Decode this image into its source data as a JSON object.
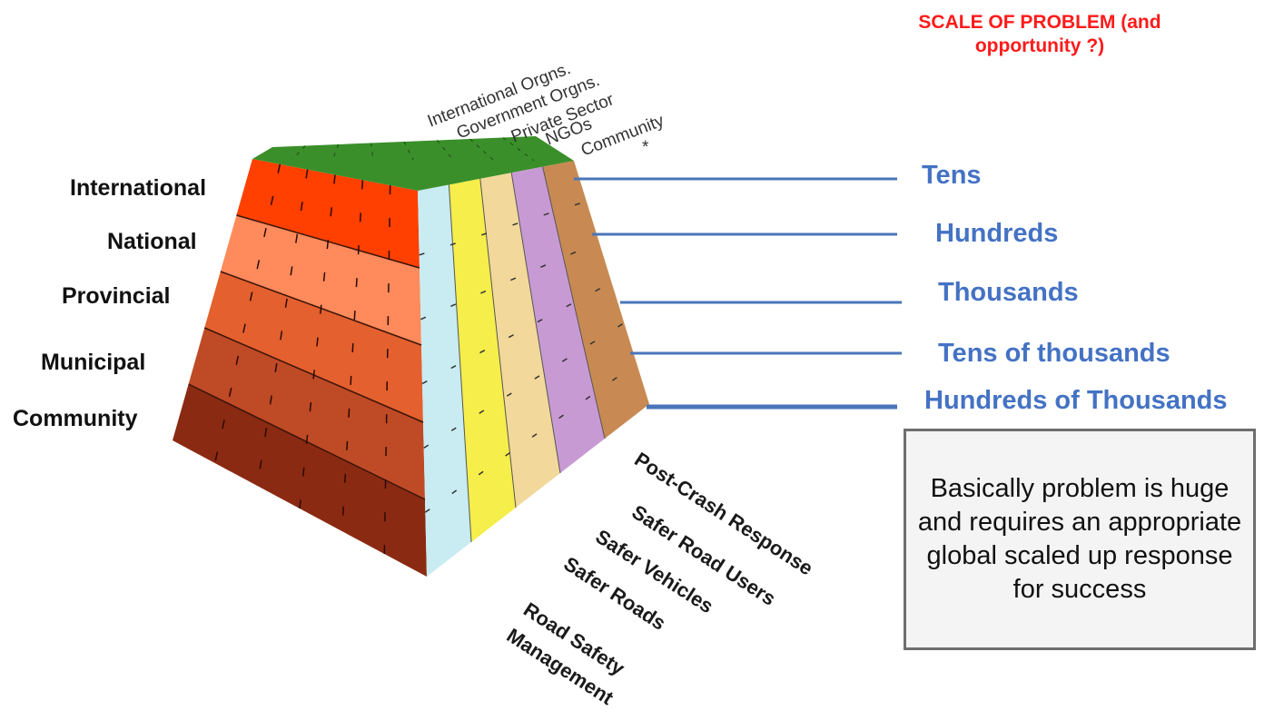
{
  "title": {
    "line1": "SCALE OF PROBLEM  (and",
    "line2": "opportunity ?)"
  },
  "levels": [
    "International",
    "National",
    "Provincial",
    "Municipal",
    "Community"
  ],
  "scale_labels": [
    "Tens",
    "Hundreds",
    "Thousands",
    "Tens of thousands",
    "Hundreds of Thousands"
  ],
  "pillars": [
    "Post-Crash Response",
    "Safer Road Users",
    "Safer Vehicles",
    "Safer Roads",
    "Road Safety Management"
  ],
  "top_categories": [
    "International Orgns.",
    "Government Orgns.",
    "Private Sector",
    "NGOs",
    "Community",
    "*"
  ],
  "note": "Basically problem is huge and requires an appropriate global scaled up response  for success",
  "colors": {
    "scale_text": "#4472c4",
    "scale_lines": "#4a76b8",
    "title": "#ff1a1a",
    "front_rows": [
      "#ff4000",
      "#ff8a5c",
      "#e4602e",
      "#bf4a26",
      "#8b2a12"
    ],
    "side_columns": [
      "#c8ecf2",
      "#f6ee4a",
      "#f2d89a",
      "#c89ad4",
      "#c88a52"
    ],
    "top": "#3a8f2a"
  }
}
